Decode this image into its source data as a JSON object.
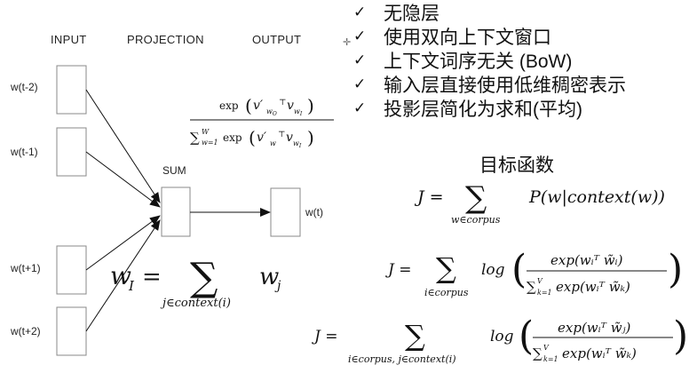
{
  "diagram": {
    "headers": {
      "input": "INPUT",
      "projection": "PROJECTION",
      "output": "OUTPUT"
    },
    "inputs": [
      "w(t-2)",
      "w(t-1)",
      "w(t+1)",
      "w(t+2)"
    ],
    "sum_label": "SUM",
    "output_label": "w(t)",
    "softmax": {
      "num_exp": "exp",
      "den_exp": "exp",
      "sum_sym": "∑",
      "sum_upper": "W",
      "sum_lower": "w=1"
    },
    "projection_formula": {
      "lhs": "w",
      "lhs_sub": "I",
      "eq": "=",
      "sum_sym": "∑",
      "sum_lower": "j∈context(i)",
      "rhs": "w",
      "rhs_sub": "j"
    }
  },
  "bullets": {
    "check_icon": "✓",
    "items": [
      "无隐层",
      "使用双向上下文窗口",
      "上下文词序无关 (BoW)",
      "输入层直接使用低维稠密表示",
      "投影层简化为求和(平均)"
    ]
  },
  "objective": {
    "title": "目标函数",
    "eq1": {
      "lhs": "J =",
      "sum_lower": "w∈corpus",
      "body": "P(w|context(w))"
    },
    "eq2": {
      "lhs": "J =",
      "sum_lower": "i∈corpus",
      "log": "log",
      "num": "exp(wᵢᵀ w̃ᵢ)",
      "den_pre": "∑",
      "den_upper": "V",
      "den_lower": "k=1",
      "den_body": "exp(wᵢᵀ w̃ₖ)"
    },
    "eq3": {
      "lhs": "J =",
      "sum_lower": "i∈corpus, j∈context(i)",
      "log": "log",
      "num": "exp(wᵢᵀ w̃ⱼ)",
      "den_pre": "∑",
      "den_upper": "V",
      "den_lower": "k=1",
      "den_body": "exp(wᵢᵀ w̃ₖ)"
    }
  },
  "colors": {
    "ink": "#111111",
    "box": "#888888"
  }
}
